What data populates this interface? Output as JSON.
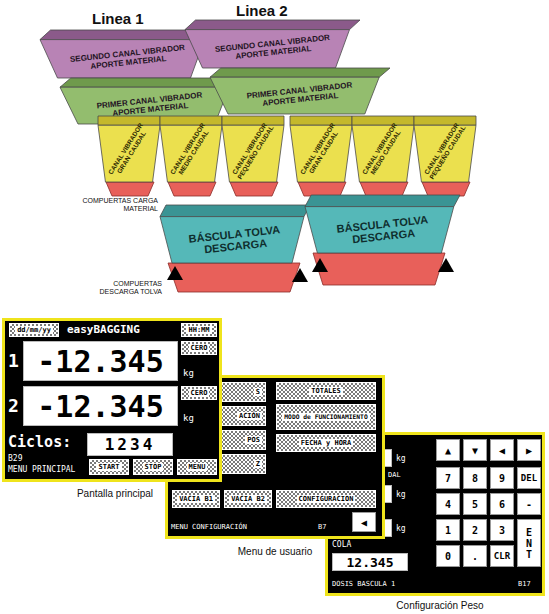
{
  "diagram": {
    "nodes": [
      {
        "text": [
          "SEGUNDO CANAL VIBRADOR APORTE MATERIAL"
        ]
      },
      {
        "text": [
          "SEGUNDO CANAL VIBRADOR APORTE MATERIAL"
        ]
      },
      {
        "text": [
          "PRIMER CANAL VIBRADOR APORTE MATERIAL"
        ]
      },
      {
        "text": [
          "PRIMER CANAL VIBRADOR APORTE MATERIAL"
        ]
      },
      {
        "text": [
          "CANAL VIBRADOR GRAN CAUDAL"
        ]
      },
      {
        "text": [
          "CANAL VIBRADOR MEDIO CAUDAL"
        ]
      },
      {
        "text": [
          "CANAL VIBRADOR PEQUEÑO CAUDAL"
        ]
      },
      {
        "text": [
          "CANAL VIBRADOR GRAN CAUDAL"
        ]
      },
      {
        "text": [
          "CANAL VIBRADOR MEDIO CAUDAL"
        ]
      },
      {
        "text": [
          "CANAL VIBRADOR PEQUEÑO CAUDAL"
        ]
      },
      {
        "text": [
          "BÁSCULA TOLVA DESCARGA"
        ]
      },
      {
        "text": [
          "BÁSCULA TOLVA DESCARGA"
        ]
      },
      {
        "text": [
          "easyBAGGING",
          "1",
          "kg",
          "2",
          "kg",
          "Ciclos:",
          "B29",
          "MENU PRINCIPAL"
        ]
      },
      {
        "text": [
          "dd/mm/yy"
        ],
        "in": 12
      },
      {
        "text": [
          "HH:MM"
        ],
        "in": 12
      },
      {
        "text": [
          "-12.345"
        ],
        "in": 12
      },
      {
        "text": [
          "CERO"
        ],
        "in": 12
      },
      {
        "text": [
          "-12.345"
        ],
        "in": 12
      },
      {
        "text": [
          "CERO"
        ],
        "in": 12
      },
      {
        "text": [
          "1234"
        ],
        "in": 12
      },
      {
        "text": [
          "START"
        ],
        "in": 12
      },
      {
        "text": [
          "STOP"
        ],
        "in": 12
      },
      {
        "text": [
          "MENU"
        ],
        "in": 12
      },
      {
        "text": [
          "MENU CONFIGURACIÓN",
          "B7"
        ]
      },
      {
        "text": [
          "S"
        ],
        "in": 23
      },
      {
        "text": [
          "ACIÓN"
        ],
        "in": 23
      },
      {
        "text": [
          "POS"
        ],
        "in": 23
      },
      {
        "text": [
          "Z"
        ],
        "in": 23
      },
      {
        "text": [
          "TOTALES"
        ],
        "in": 23
      },
      {
        "text": [
          "MODO de FUNCIONAMIENTO"
        ],
        "in": 23
      },
      {
        "text": [
          "FECHA y HORA"
        ],
        "in": 23
      },
      {
        "text": [
          "VACIA B1"
        ],
        "in": 23
      },
      {
        "text": [
          "VACIA B2"
        ],
        "in": 23
      },
      {
        "text": [
          "CONFIGURACION"
        ],
        "in": 23
      },
      {
        "text": [
          "◀"
        ],
        "in": 23
      },
      {
        "text": [
          "DAL",
          "kg",
          "kg",
          "kg",
          "COLA",
          "DOSIS BASCULA 1",
          "B17"
        ]
      },
      {
        "text": [
          "12.345"
        ],
        "in": 35
      },
      {
        "text": [
          "▲"
        ],
        "in": 35
      },
      {
        "text": [
          "▼"
        ],
        "in": 35
      },
      {
        "text": [
          "◀"
        ],
        "in": 35
      },
      {
        "text": [
          "▶"
        ],
        "in": 35
      },
      {
        "text": [
          "7"
        ],
        "in": 35
      },
      {
        "text": [
          "8"
        ],
        "in": 35
      },
      {
        "text": [
          "9"
        ],
        "in": 35
      },
      {
        "text": [
          "DEL"
        ],
        "in": 35
      },
      {
        "text": [
          "4"
        ],
        "in": 35
      },
      {
        "text": [
          "5"
        ],
        "in": 35
      },
      {
        "text": [
          "6"
        ],
        "in": 35
      },
      {
        "text": [
          "-"
        ],
        "in": 35
      },
      {
        "text": [
          "1"
        ],
        "in": 35
      },
      {
        "text": [
          "2"
        ],
        "in": 35
      },
      {
        "text": [
          "3"
        ],
        "in": 35
      },
      {
        "text": [
          "ENT"
        ],
        "in": 35
      },
      {
        "text": [
          "0"
        ],
        "in": 35
      },
      {
        "text": [
          "."
        ],
        "in": 35
      },
      {
        "text": [
          "CLR"
        ],
        "in": 35
      }
    ],
    "labels": [
      "Linea 1",
      "Linea 2",
      "COMPUERTAS CARGA MATERIAL",
      "COMPUERTAS DESCARGA TOLVA",
      "Pantalla principal",
      "Menu de usuario",
      "Configuración Peso"
    ]
  }
}
